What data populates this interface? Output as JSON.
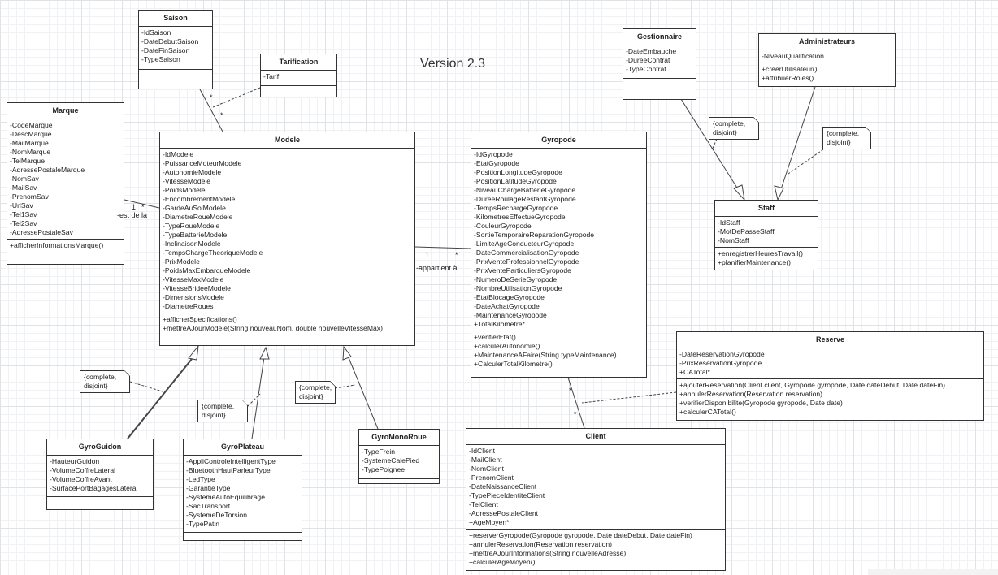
{
  "diagram": {
    "version": "Version 2.3"
  },
  "classes": {
    "saison": {
      "name": "Saison",
      "attributes": [
        "-IdSaison",
        "-DateDebutSaison",
        "-DateFinSaison",
        "-TypeSaison"
      ],
      "methods": []
    },
    "tarification": {
      "name": "Tarification",
      "attributes": [
        "-Tarif"
      ],
      "methods": []
    },
    "marque": {
      "name": "Marque",
      "attributes": [
        "-CodeMarque",
        "-DescMarque",
        "-MailMarque",
        "-NomMarque",
        "-TelMarque",
        "-AdressePostaleMarque",
        "-NomSav",
        "-MailSav",
        "-PrenomSav",
        "-UrlSav",
        "-Tel1Sav",
        "-Tel2Sav",
        "-AdressePostaleSav"
      ],
      "methods": [
        "+afficherInformationsMarque()"
      ]
    },
    "modele": {
      "name": "Modele",
      "attributes": [
        "-IdModele",
        "-PuissanceMoteurModele",
        "-AutonomieModele",
        "-VitesseModele",
        "-PoidsModele",
        "-EncombrementModele",
        "-GardeAuSolModele",
        "-DiametreRoueModele",
        "-TypeRoueModele",
        "-TypeBatterieModele",
        "-InclinaisonModele",
        "-TempsChargeTheoriqueModele",
        "-PrixModele",
        "-PoidsMaxEmbarqueModele",
        "-VitesseMaxModele",
        "-VitesseBrideeModele",
        "-DimensionsModele",
        "-DiametreRoues"
      ],
      "methods": [
        "+afficherSpecifications()",
        "+mettreAJourModele(String nouveauNom, double nouvelleVitesseMax)"
      ]
    },
    "gyropode": {
      "name": "Gyropode",
      "attributes": [
        "-IdGyropode",
        "-EtatGyropode",
        "-PositionLongitudeGyropode",
        "-PositionLatitudeGyropode",
        "-NiveauChargeBatterieGyropode",
        "-DureeRoulageRestantGyropode",
        "-TempsRechargeGyropode",
        "-KilometresEffectueGyropode",
        "-CouleurGyropode",
        "-SortieTemporaireReparationGyropode",
        "-LimiteAgeConducteurGyropode",
        "-DateCommercialisationGyropode",
        "-PrixVenteProfessionnelGyropode",
        "-PrixVenteParticuliersGyropode",
        "-NumeroDeSerieGyropode",
        "-NombreUtilisationGyropode",
        "-EtatBlocageGyropode",
        "-DateAchatGyropode",
        "-MaintenanceGyropode",
        "+TotalKilometre*"
      ],
      "methods": [
        "+verifierEtat()",
        "+calculerAutonomie()",
        "+MaintenanceAFaire(String typeMaintenance)",
        "+CalculerTotalKilometre()"
      ]
    },
    "gestionnaire": {
      "name": "Gestionnaire",
      "attributes": [
        "-DateEmbauche",
        "-DureeContrat",
        "-TypeContrat"
      ],
      "methods": []
    },
    "administrateurs": {
      "name": "Administrateurs",
      "attributes": [
        "-NiveauQualification"
      ],
      "methods": [
        "+creerUtilisateur()",
        "+attribuerRoles()"
      ]
    },
    "staff": {
      "name": "Staff",
      "attributes": [
        "-IdStaff",
        "-MotDePasseStaff",
        "-NomStaff"
      ],
      "methods": [
        "+enregistrerHeuresTravail()",
        "+planifierMaintenance()"
      ]
    },
    "reserve": {
      "name": "Reserve",
      "attributes": [
        "-DateReservationGyropode",
        "-PrixReservationGyropode",
        "+CATotal*"
      ],
      "methods": [
        "+ajouterReservation(Client client, Gyropode gyropode, Date dateDebut, Date dateFin)",
        "+annulerReservation(Reservation reservation)",
        "+verifierDisponibilite(Gyropode gyropode, Date date)",
        "+calculerCATotal()"
      ]
    },
    "client": {
      "name": "Client",
      "attributes": [
        "-IdClient",
        "-MailClient",
        "-NomClient",
        "-PrenomClient",
        "-DateNaissanceClient",
        "-TypePieceIdentiteClient",
        "-TelClient",
        "-AdressePostaleClient",
        "+AgeMoyen*"
      ],
      "methods": [
        "+reserverGyropode(Gyropode gyropode, Date dateDebut, Date dateFin)",
        "+annulerReservation(Reservation reservation)",
        "+mettreAJourInformations(String nouvelleAdresse)",
        "+calculerAgeMoyen()"
      ]
    },
    "gyroguidon": {
      "name": "GyroGuidon",
      "attributes": [
        "-HauteurGuidon",
        "-VolumeCoffreLateral",
        "-VolumeCoffreAvant",
        "-SurfacePortBagagesLateral"
      ],
      "methods": []
    },
    "gyroplateau": {
      "name": "GyroPlateau",
      "attributes": [
        "-AppliControleIntelligentType",
        "-BluetoothHautParleurType",
        "-LedType",
        "-GarantieType",
        "-SystemeAutoEquilibrage",
        "-SacTransport",
        "-SystemeDeTorsion",
        "-TypePatin"
      ],
      "methods": []
    },
    "gyromonoroue": {
      "name": "GyroMonoRoue",
      "attributes": [
        "-TypeFrein",
        "-SystemeCalePied",
        "-TypePoignee"
      ],
      "methods": []
    }
  },
  "notes": {
    "n1": [
      "{complete,",
      "disjoint}"
    ],
    "n2": [
      "{complete,",
      "disjoint}"
    ],
    "n3": [
      "{complete,",
      "disjoint}"
    ],
    "n4": [
      "{complete,",
      "disjoint}"
    ],
    "n5": [
      "{complete,",
      "disjoint}"
    ]
  },
  "labels": {
    "saison_star": "*",
    "modele_star": "*",
    "marque_one": "1",
    "modele_star2": "*",
    "est_de_la": "-est de la",
    "modele_one": "1",
    "gyro_star": "*",
    "appartient": "-appartient à",
    "gyro_star2": "*",
    "client_star": "*"
  }
}
